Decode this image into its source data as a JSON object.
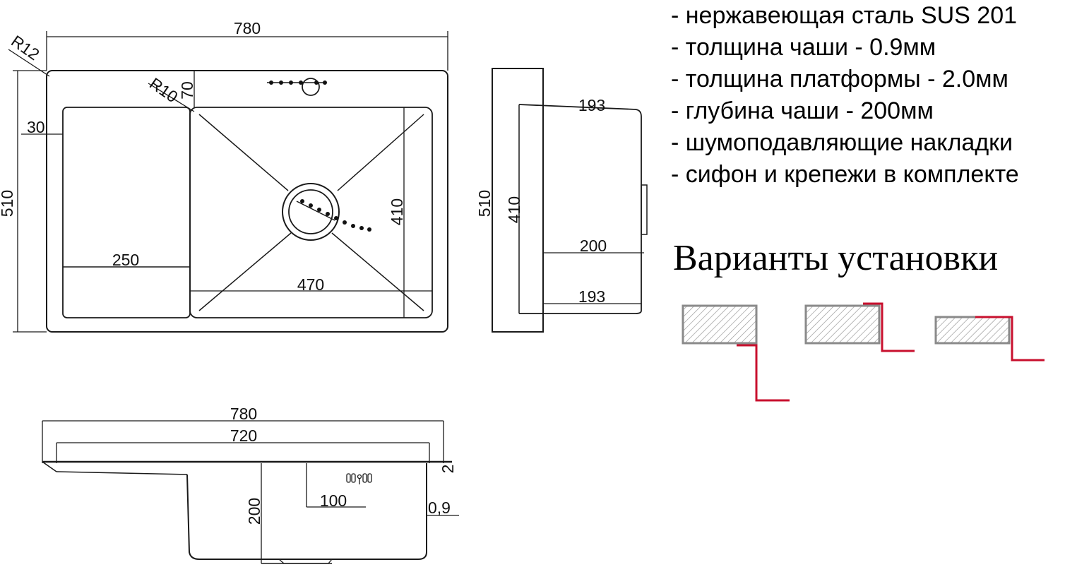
{
  "specs": [
    "- нержавеющая сталь SUS 201",
    "- толщина чаши - 0.9мм",
    "- толщина платформы - 2.0мм",
    "- глубина чаши - 200мм",
    "- шумоподавляющие накладки",
    "- сифон и крепежи в комплекте"
  ],
  "install_title": "Варианты установки",
  "top_view": {
    "width": "780",
    "height": "510",
    "corner_radius_outer": "R12",
    "corner_radius_bowl": "R10",
    "top_offset": "70",
    "left_offset": "30",
    "wing_width": "250",
    "bowl_width": "470",
    "bowl_height": "410"
  },
  "side_view": {
    "height": "510",
    "bowl_height": "410",
    "top_depth": "193",
    "mid_depth": "200",
    "bottom_depth": "193"
  },
  "front_view": {
    "overall_width": "780",
    "inner_width": "720",
    "platform_thickness": "2",
    "bowl_depth": "200",
    "drain_offset": "100",
    "bowl_thickness": "0,9"
  },
  "colors": {
    "line": "#1a1a1a",
    "accent_red": "#c8102e",
    "hatch_gray": "#888888"
  }
}
